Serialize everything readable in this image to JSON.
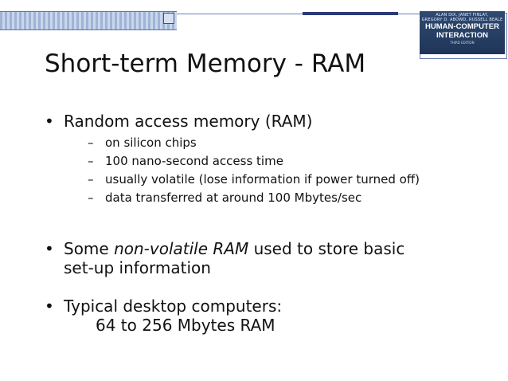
{
  "header": {
    "book": {
      "authors_line1": "ALAN DIX, JANET FINLAY,",
      "authors_line2": "GREGORY D. ABOWD, RUSSELL BEALE",
      "title_line1": "HUMAN-COMPUTER",
      "title_line2": "INTERACTION",
      "edition": "THIRD EDITION"
    }
  },
  "slide": {
    "title": "Short-term Memory - RAM",
    "bullet1": {
      "text": "Random access memory (RAM)",
      "subs": [
        "on silicon chips",
        "100 nano-second access time",
        "usually volatile (lose information if power turned off)",
        "data transferred at around 100 Mbytes/sec"
      ]
    },
    "bullet2": {
      "before": "Some ",
      "italic": "non-volatile RAM",
      "after": " used to store basic",
      "line2": "set-up information"
    },
    "bullet3": {
      "line1": "Typical desktop computers:",
      "line2": "64 to 256 Mbytes RAM"
    }
  },
  "colors": {
    "header_dark": "#2c3a78",
    "header_light": "#9fb4d6",
    "book_bg": "#2f4a73"
  }
}
